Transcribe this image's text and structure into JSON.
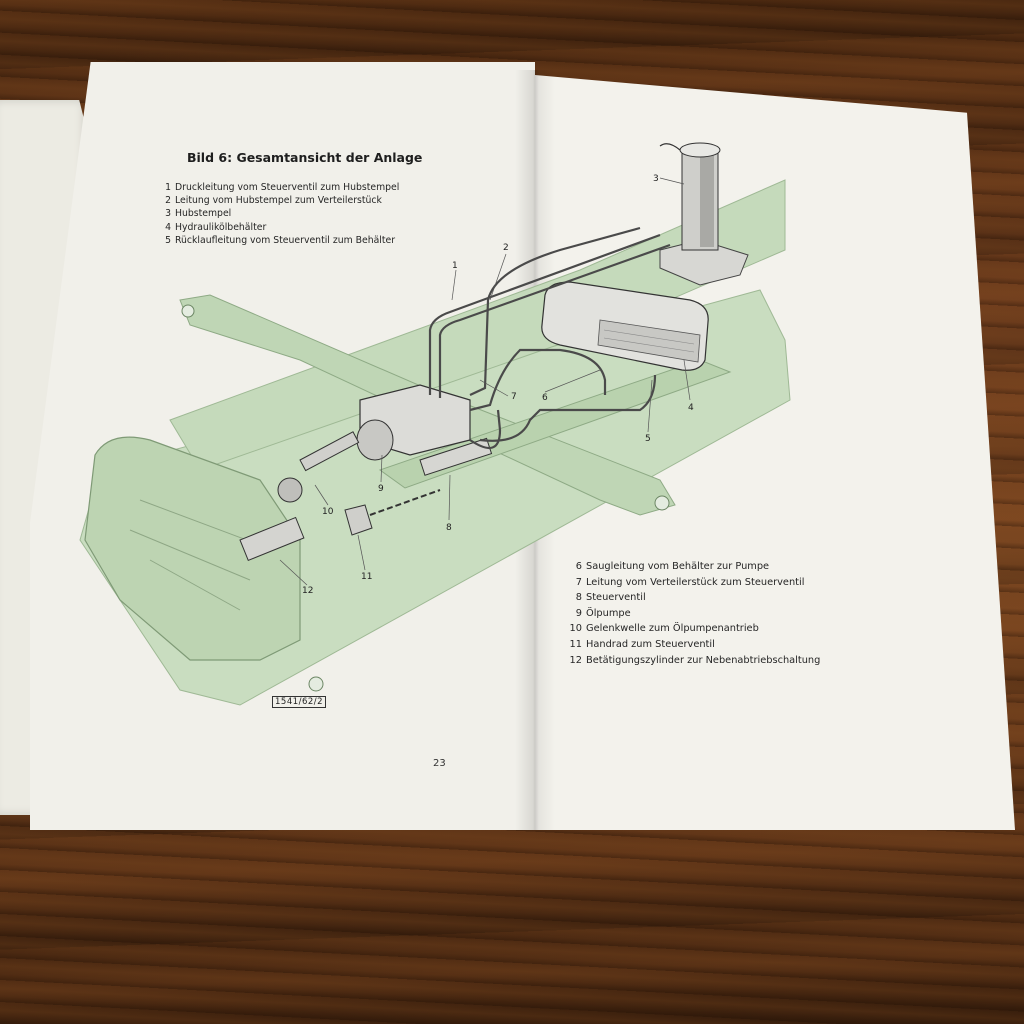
{
  "figure": {
    "title": "Bild 6: Gesamtansicht der Anlage",
    "legend_left": [
      {
        "n": "1",
        "text": "Druckleitung vom Steuerventil zum Hubstempel"
      },
      {
        "n": "2",
        "text": "Leitung vom Hubstempel zum Verteilerstück"
      },
      {
        "n": "3",
        "text": "Hubstempel"
      },
      {
        "n": "4",
        "text": "Hydraulikölbehälter"
      },
      {
        "n": "5",
        "text": "Rücklaufleitung vom Steuerventil zum Behälter"
      }
    ],
    "legend_right": [
      {
        "n": "6",
        "text": "Saugleitung vom Behälter zur Pumpe"
      },
      {
        "n": "7",
        "text": "Leitung vom Verteilerstück zum Steuerventil"
      },
      {
        "n": "8",
        "text": "Steuerventil"
      },
      {
        "n": "9",
        "text": "Ölpumpe"
      },
      {
        "n": "10",
        "text": "Gelenkwelle zum Ölpumpenantrieb"
      },
      {
        "n": "11",
        "text": "Handrad zum Steuerventil"
      },
      {
        "n": "12",
        "text": "Betätigungszylinder zur Nebenabtriebschaltung"
      }
    ],
    "callouts": [
      "1",
      "2",
      "3",
      "4",
      "5",
      "6",
      "7",
      "8",
      "9",
      "10",
      "11",
      "12"
    ],
    "stamp": "1541/62/2"
  },
  "page_number": "23",
  "colors": {
    "frame_green": "#c9ddc0",
    "frame_edge": "#9fb995",
    "paper": "#f1f0ea",
    "ink": "#222222"
  }
}
